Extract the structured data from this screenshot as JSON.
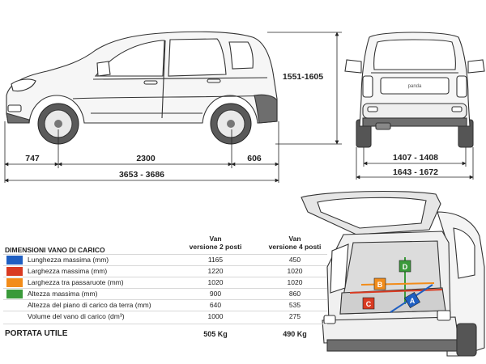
{
  "dimensions": {
    "front_overhang": "747",
    "wheelbase": "2300",
    "rear_overhang": "606",
    "overall_length": "3653 - 3686",
    "height": "1551-1605",
    "track": "1407 - 1408",
    "width": "1643 - 1672"
  },
  "rear_badge": "panda",
  "cargo_markers": {
    "a": "A",
    "b": "B",
    "c": "C",
    "d": "D"
  },
  "specs": {
    "title": "DIMENSIONI VANO DI CARICO",
    "col_2_line1": "Van",
    "col_2_line2": "versione 2 posti",
    "col_4_line1": "Van",
    "col_4_line2": "versione 4 posti",
    "rows": [
      {
        "label": "Lunghezza massima (mm)",
        "v2": "1165",
        "v4": "450",
        "color": "#1f5fc2"
      },
      {
        "label": "Larghezza massima (mm)",
        "v2": "1220",
        "v4": "1020",
        "color": "#d93b22"
      },
      {
        "label": "Larghezza tra passaruote (mm)",
        "v2": "1020",
        "v4": "1020",
        "color": "#f28c1a"
      },
      {
        "label": "Altezza massima (mm)",
        "v2": "900",
        "v4": "860",
        "color": "#3a9a3a"
      },
      {
        "label": "Altezza del piano di carico da terra (mm)",
        "v2": "640",
        "v4": "535",
        "color": ""
      },
      {
        "label": "Volume del vano di carico (dm³)",
        "v2": "1000",
        "v4": "275",
        "color": ""
      }
    ],
    "payload_label": "PORTATA UTILE",
    "payload_v2": "505 Kg",
    "payload_v4": "490 Kg"
  }
}
